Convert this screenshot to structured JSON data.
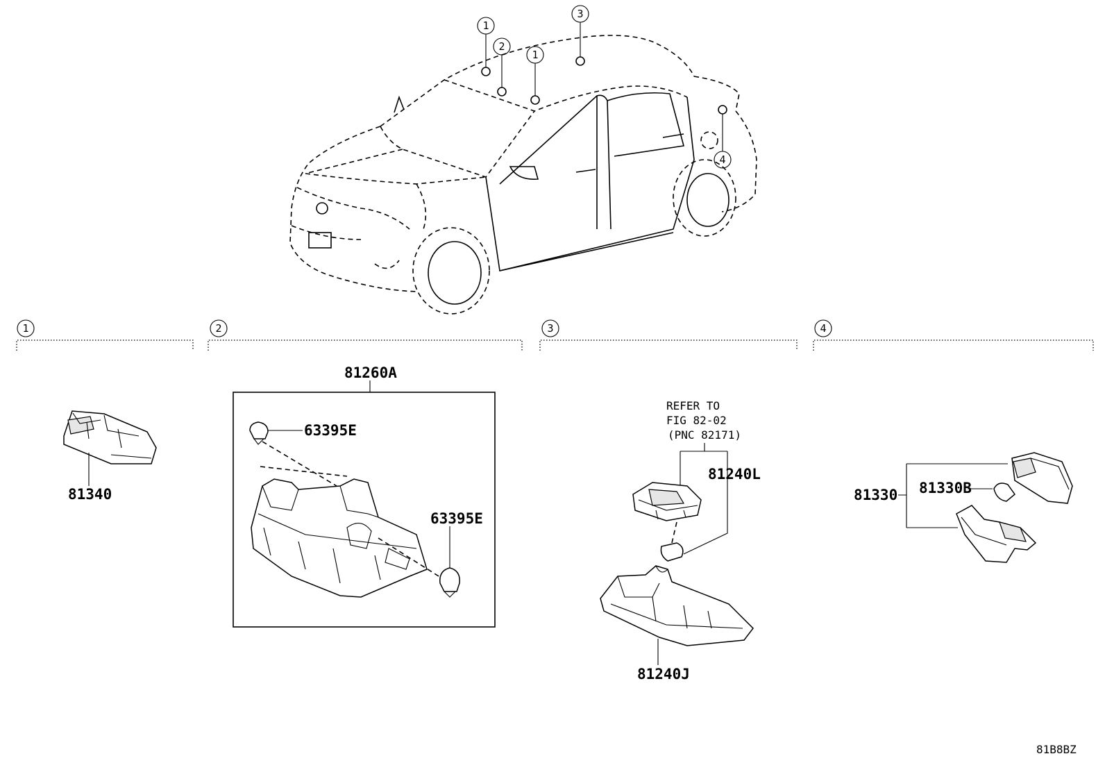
{
  "figure_code": "81B8BZ",
  "car_callouts": [
    {
      "num": "1"
    },
    {
      "num": "2"
    },
    {
      "num": "1"
    },
    {
      "num": "3"
    },
    {
      "num": "4"
    }
  ],
  "sections": [
    {
      "num": "1"
    },
    {
      "num": "2"
    },
    {
      "num": "3"
    },
    {
      "num": "4"
    }
  ],
  "parts": {
    "p81340": "81340",
    "p81260A": "81260A",
    "p63395E_top": "63395E",
    "p63395E_bottom": "63395E",
    "p81240L": "81240L",
    "p81240J": "81240J",
    "p81330": "81330",
    "p81330B": "81330B"
  },
  "refer": {
    "line1": "REFER TO",
    "line2": "FIG 82-02",
    "line3": "(PNC 82171)"
  }
}
